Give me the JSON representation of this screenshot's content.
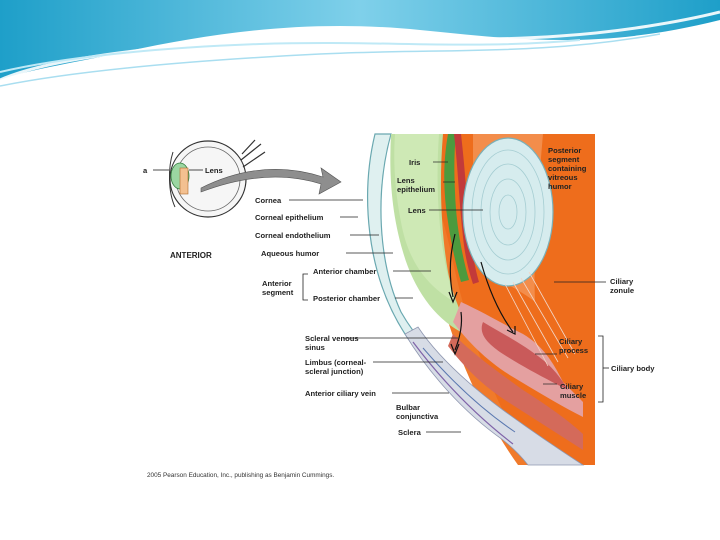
{
  "figure": {
    "thumbnail": {
      "label_a": "a",
      "label_lens": "Lens"
    },
    "orientation": "ANTERIOR",
    "left_labels": {
      "cornea": "Cornea",
      "corneal_epithelium": "Corneal epithelium",
      "corneal_endothelium": "Corneal endothelium",
      "aqueous_humor": "Aqueous humor",
      "anterior_segment": "Anterior\nsegment",
      "anterior_chamber": "Anterior chamber",
      "posterior_chamber": "Posterior chamber",
      "scleral_venous_sinus": "Scleral venous\nsinus",
      "limbus": "Limbus (corneal-\nscleral junction)",
      "anterior_ciliary_vein": "Anterior ciliary vein",
      "bulbar_conjunctiva": "Bulbar\nconjunctiva",
      "sclera": "Sclera"
    },
    "inner_labels": {
      "iris": "Iris",
      "lens_epithelium": "Lens\nepithelium",
      "lens": "Lens"
    },
    "right_labels": {
      "posterior_segment": "Posterior\nsegment\ncontaining\nvitreous\nhumor",
      "ciliary_zonule": "Ciliary\nzonule",
      "ciliary_process": "Ciliary\nprocess",
      "ciliary_body": "Ciliary body",
      "ciliary_muscle": "Ciliary\nmuscle"
    },
    "credit": "2005 Pearson Education, Inc., publishing as Benjamin Cummings."
  }
}
